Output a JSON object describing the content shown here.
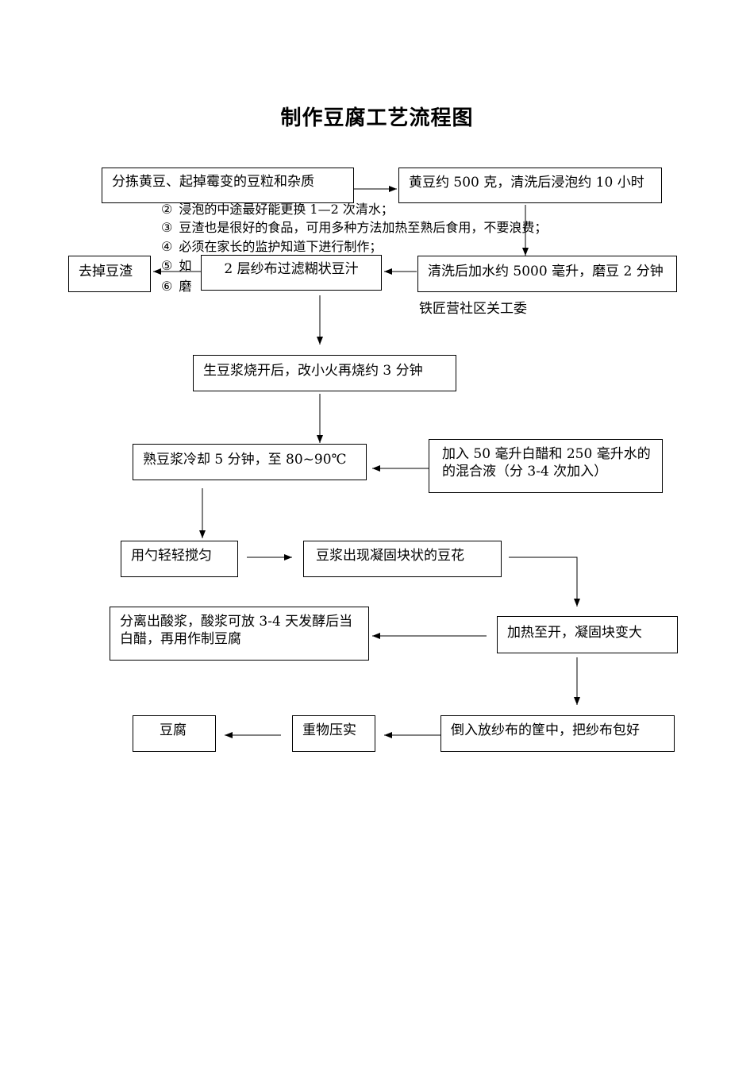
{
  "title": "制作豆腐工艺流程图",
  "notes": [
    {
      "num": "②",
      "text": "浸泡的中途最好能更换 1—2 次清水；"
    },
    {
      "num": "③",
      "text": "豆渣也是很好的食品，可用多种方法加热至熟后食用，不要浪费；"
    },
    {
      "num": "④",
      "text": "必须在家长的监护知道下进行制作；"
    },
    {
      "num": "⑤",
      "text": "如"
    },
    {
      "num": "⑥",
      "text": "磨"
    }
  ],
  "credit": "铁匠营社区关工委",
  "steps": {
    "sort": "分拣黄豆、起掉霉变的豆粒和杂质",
    "soak": "黄豆约 500 克，清洗后浸泡约 10 小时",
    "grind": "清洗后加水约 5000 毫升，磨豆 2 分钟",
    "filter": "2 层纱布过滤糊状豆汁",
    "remove_dregs": "去掉豆渣",
    "boil": "生豆浆烧开后，改小火再烧约 3 分钟",
    "cool": "熟豆浆冷却 5 分钟，至 80~90℃",
    "vinegar": "加入 50 毫升白醋和 250 毫升水的的混合液（分 3-4 次加入）",
    "stir": "用勺轻轻搅匀",
    "curd": "豆浆出现凝固块状的豆花",
    "heat": "加热至开，凝固块变大",
    "separate": "分离出酸浆，酸浆可放 3-4 天发酵后当白醋，再用作制豆腐",
    "wrap": "倒入放纱布的筐中，把纱布包好",
    "press": "重物压实",
    "tofu": "豆腐"
  }
}
